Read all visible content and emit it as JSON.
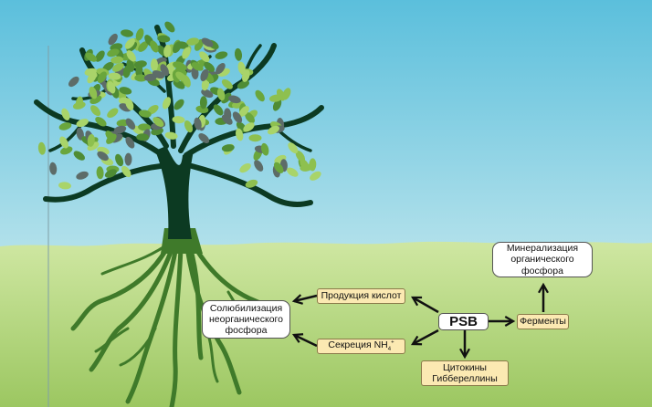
{
  "diagram": {
    "center": "PSB",
    "nodes": {
      "acids": "Продукция кислот",
      "ammonium_prefix": "Секреция NH",
      "ammonium_sub": "4",
      "ammonium_sup": "+",
      "enzymes": "Ферменты",
      "hormones": "Цитокины\nГиббереллины",
      "solubilization": "Солюбилизация\nнеорганического\nфосфора",
      "mineralization": "Минерализация\nорганического\nфосфора"
    }
  },
  "scene": {
    "sky_top": "#5bbfdc",
    "sky_bottom": "#e9f6f4",
    "grass_top": "#cfe7a2",
    "grass_bottom": "#9cc761",
    "trunk": "#0c3a22",
    "root": "#3f7a2a",
    "leaf_colors": [
      "#8ec04f",
      "#6aa63c",
      "#a9d46a",
      "#4f8c34",
      "#5d6c68"
    ]
  }
}
